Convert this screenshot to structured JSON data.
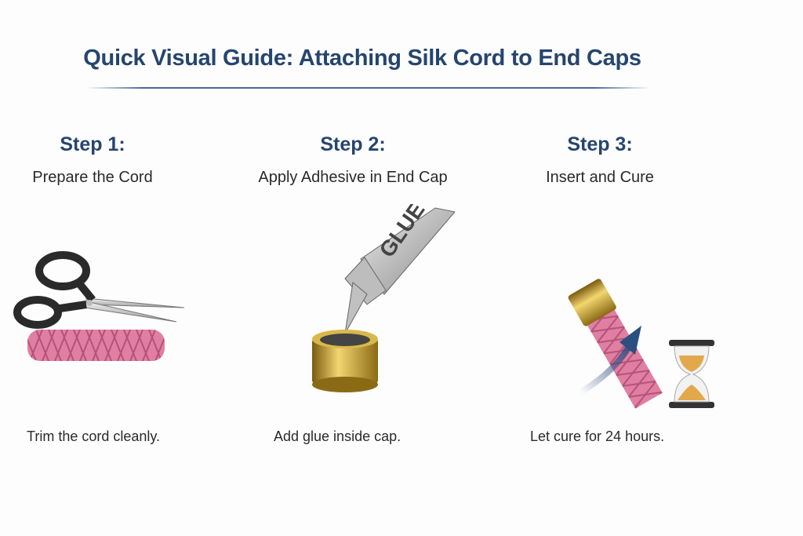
{
  "title": "Quick Visual Guide: Attaching Silk Cord to End Caps",
  "steps": [
    {
      "heading": "Step 1:",
      "subtitle": "Prepare the Cord",
      "caption": "Trim the cord cleanly.",
      "icons": [
        "scissors-icon",
        "braided-cord"
      ]
    },
    {
      "heading": "Step 2:",
      "subtitle": "Apply Adhesive in End Cap",
      "caption": "Add glue inside cap.",
      "icons": [
        "glue-tube-icon",
        "end-cap"
      ]
    },
    {
      "heading": "Step 3:",
      "subtitle": "Insert and Cure",
      "caption": "Let cure for 24 hours.",
      "icons": [
        "cord-with-cap",
        "arrow-icon",
        "hourglass-icon"
      ]
    }
  ],
  "glue_label": "GLUE",
  "colors": {
    "title": "#26456e",
    "cord": "#d9779a",
    "gold": "#c9a227",
    "arrow": "#2c4f80"
  }
}
